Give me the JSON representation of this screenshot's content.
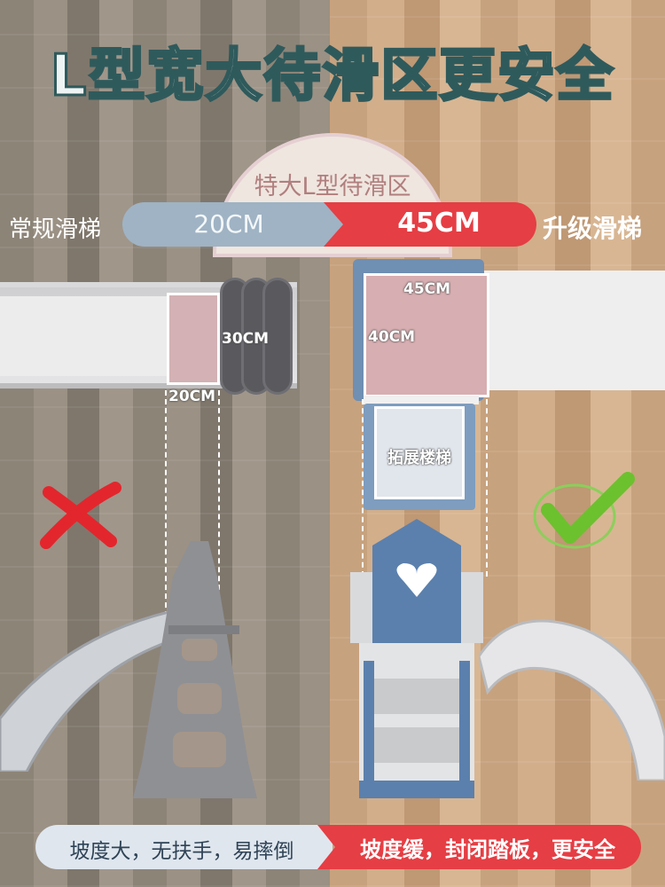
{
  "title": "L型宽大待滑区更安全",
  "compare": {
    "badge": "特大L型待滑区",
    "left_label": "常规滑梯",
    "left_value": "20CM",
    "right_value": "45CM",
    "right_label": "升级滑梯"
  },
  "dimensions": {
    "small_height": "30CM",
    "small_width": "20CM",
    "big_width": "45CM",
    "big_depth": "40CM",
    "ladder": "拓展楼梯"
  },
  "bottom": {
    "left_text": "坡度大，无扶手，易摔倒",
    "right_text": "坡度缓，封闭踏板，更安全"
  },
  "icons": {
    "bad": "red-x-icon",
    "good": "green-check-icon"
  },
  "colors": {
    "accent_red": "#e53e44",
    "accent_blue_grey": "#9fb3c4",
    "check_green": "#6cc12e",
    "platform_blue": "#6f8fb3",
    "platform_pink": "#d7aeb1"
  }
}
